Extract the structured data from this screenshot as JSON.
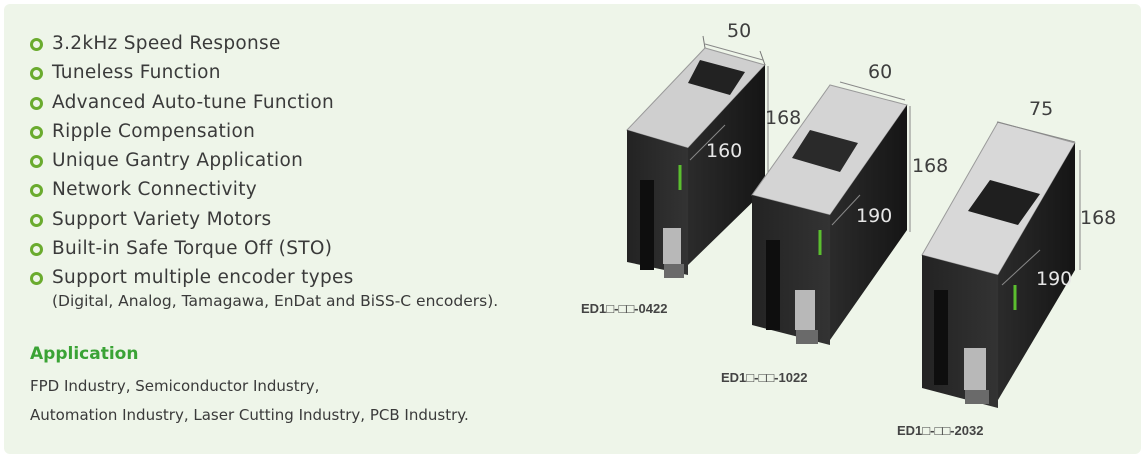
{
  "features": [
    "3.2kHz Speed Response",
    "Tuneless Function",
    "Advanced Auto-tune Function",
    "Ripple Compensation",
    "Unique Gantry Application",
    "Network Connectivity",
    "Support Variety Motors",
    "Built-in Safe Torque Off (STO)",
    "Support multiple encoder types"
  ],
  "encoder_note": "(Digital, Analog, Tamagawa, EnDat and BiSS-C encoders).",
  "application": {
    "title": "Application",
    "line1": "FPD Industry, Semiconductor Industry,",
    "line2": "Automation Industry, Laser Cutting Industry, PCB Industry."
  },
  "products": [
    {
      "model": "ED1□-□□-0422",
      "width": "50",
      "height": "168",
      "depth": "160"
    },
    {
      "model": "ED1□-□□-1022",
      "width": "60",
      "height": "168",
      "depth": "190"
    },
    {
      "model": "ED1□-□□-2032",
      "width": "75",
      "height": "168",
      "depth": "190"
    }
  ],
  "colors": {
    "bullet": "#6aab2e",
    "accent": "#3aa335",
    "device": "#1f1f1f"
  },
  "icons": [
    "bullet-ring-icon"
  ]
}
